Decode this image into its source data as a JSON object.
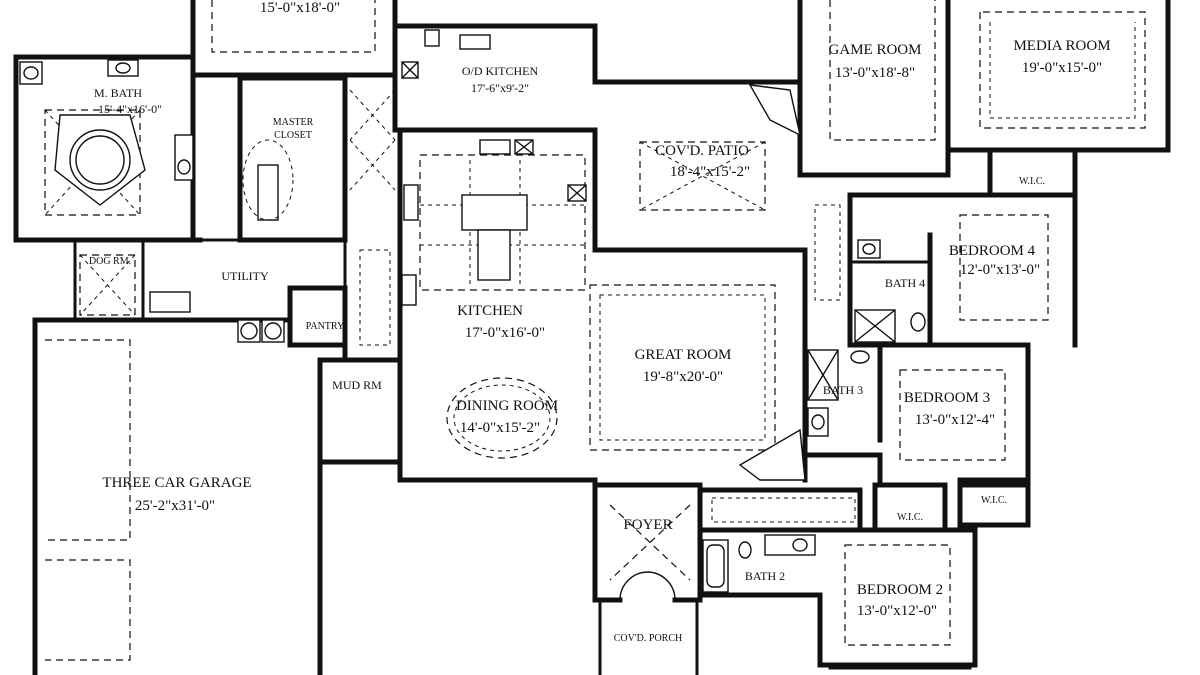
{
  "rooms": {
    "master_top": {
      "dim": "15'-0\"x18'-0\""
    },
    "od_kitchen": {
      "name": "O/D KITCHEN",
      "dim": "17'-6\"x9'-2\""
    },
    "game_room": {
      "name": "GAME ROOM",
      "dim": "13'-0\"x18'-8\""
    },
    "media_room": {
      "name": "MEDIA ROOM",
      "dim": "19'-0\"x15'-0\""
    },
    "m_bath": {
      "name": "M. BATH",
      "dim": "15'-4\"x16'-0\""
    },
    "master_closet": {
      "name_line1": "MASTER",
      "name_line2": "CLOSET"
    },
    "covd_patio": {
      "name": "COV'D. PATIO",
      "dim": "18'-4\"x15'-2\""
    },
    "wic_1": {
      "name": "W.I.C."
    },
    "bedroom_4": {
      "name": "BEDROOM 4",
      "dim": "12'-0\"x13'-0\""
    },
    "bath_4": {
      "name": "BATH 4"
    },
    "dog_rm": {
      "name": "DOG RM."
    },
    "utility": {
      "name": "UTILITY"
    },
    "pantry": {
      "name": "PANTRY"
    },
    "kitchen": {
      "name": "KITCHEN",
      "dim": "17'-0\"x16'-0\""
    },
    "great_room": {
      "name": "GREAT ROOM",
      "dim": "19'-8\"x20'-0\""
    },
    "mud_rm": {
      "name": "MUD RM"
    },
    "dining_room": {
      "name": "DINING ROOM",
      "dim": "14'-0\"x15'-2\""
    },
    "bath_3": {
      "name": "BATH 3"
    },
    "bedroom_3": {
      "name": "BEDROOM 3",
      "dim": "13'-0\"x12'-4\""
    },
    "garage": {
      "name": "THREE CAR GARAGE",
      "dim": "25'-2\"x31'-0\""
    },
    "foyer": {
      "name": "FOYER"
    },
    "wic_2": {
      "name": "W.I.C."
    },
    "wic_3": {
      "name": "W.I.C."
    },
    "bath_2": {
      "name": "BATH 2"
    },
    "bedroom_2": {
      "name": "BEDROOM 2",
      "dim": "13'-0\"x12'-0\""
    },
    "covd_porch": {
      "name": "COV'D. PORCH"
    }
  }
}
